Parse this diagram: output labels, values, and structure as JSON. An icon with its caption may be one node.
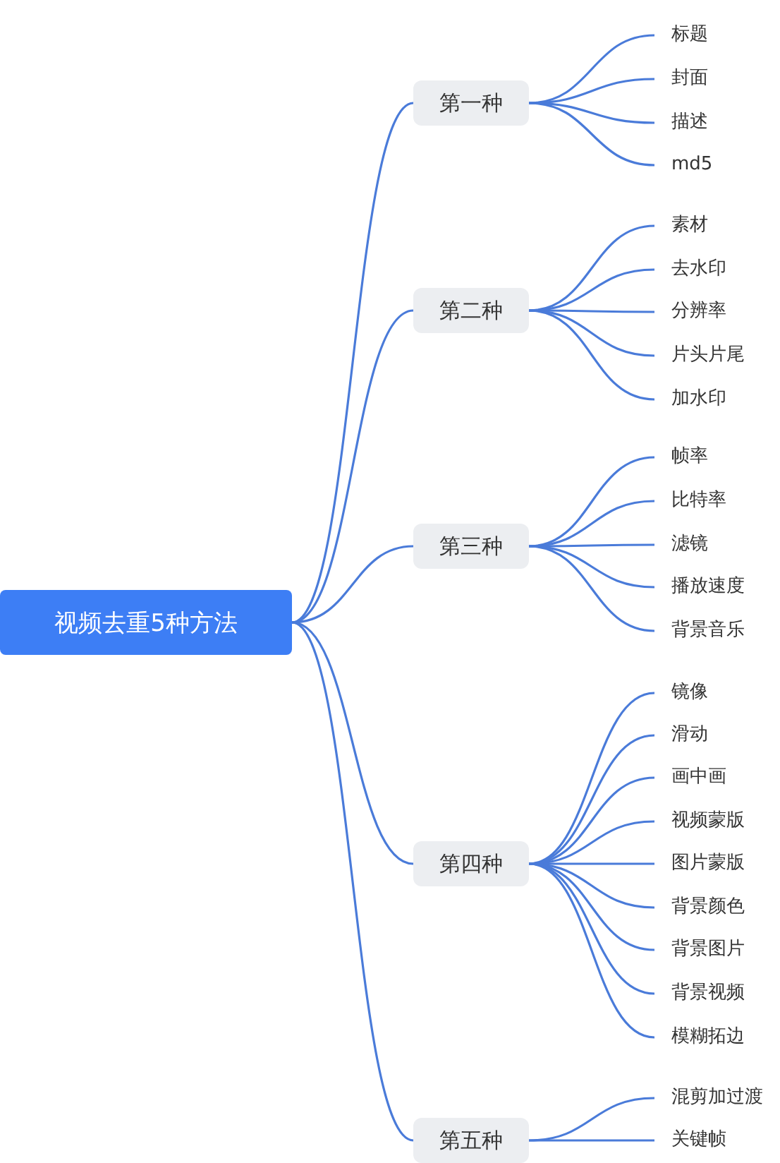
{
  "diagram": {
    "nodes": [
      {
        "text": [
          "视频去重5种方法"
        ]
      },
      {
        "text": [
          "第一种"
        ]
      },
      {
        "text": [
          "标题"
        ]
      },
      {
        "text": [
          "封面"
        ]
      },
      {
        "text": [
          "描述"
        ]
      },
      {
        "text": [
          "md5"
        ]
      },
      {
        "text": [
          "第二种"
        ]
      },
      {
        "text": [
          "素材"
        ]
      },
      {
        "text": [
          "去水印"
        ]
      },
      {
        "text": [
          "分辨率"
        ]
      },
      {
        "text": [
          "片头片尾"
        ]
      },
      {
        "text": [
          "加水印"
        ]
      },
      {
        "text": [
          "第三种"
        ]
      },
      {
        "text": [
          "帧率"
        ]
      },
      {
        "text": [
          "比特率"
        ]
      },
      {
        "text": [
          "滤镜"
        ]
      },
      {
        "text": [
          "播放速度"
        ]
      },
      {
        "text": [
          "背景音乐"
        ]
      },
      {
        "text": [
          "第四种"
        ]
      },
      {
        "text": [
          "镜像"
        ]
      },
      {
        "text": [
          "滑动"
        ]
      },
      {
        "text": [
          "画中画"
        ]
      },
      {
        "text": [
          "视频蒙版"
        ]
      },
      {
        "text": [
          "图片蒙版"
        ]
      },
      {
        "text": [
          "背景颜色"
        ]
      },
      {
        "text": [
          "背景图片"
        ]
      },
      {
        "text": [
          "背景视频"
        ]
      },
      {
        "text": [
          "模糊拓边"
        ]
      },
      {
        "text": [
          "第五种"
        ]
      },
      {
        "text": [
          "混剪加过渡"
        ]
      },
      {
        "text": [
          "关键帧"
        ]
      }
    ],
    "edges": [
      {
        "from": 0,
        "to": 1,
        "arrow": "none"
      },
      {
        "from": 1,
        "to": 2,
        "arrow": "none"
      },
      {
        "from": 1,
        "to": 3,
        "arrow": "none"
      },
      {
        "from": 1,
        "to": 4,
        "arrow": "none"
      },
      {
        "from": 1,
        "to": 5,
        "arrow": "none"
      },
      {
        "from": 0,
        "to": 6,
        "arrow": "none"
      },
      {
        "from": 6,
        "to": 7,
        "arrow": "none"
      },
      {
        "from": 6,
        "to": 8,
        "arrow": "none"
      },
      {
        "from": 6,
        "to": 9,
        "arrow": "none"
      },
      {
        "from": 6,
        "to": 10,
        "arrow": "none"
      },
      {
        "from": 6,
        "to": 11,
        "arrow": "none"
      },
      {
        "from": 0,
        "to": 12,
        "arrow": "none"
      },
      {
        "from": 12,
        "to": 13,
        "arrow": "none"
      },
      {
        "from": 12,
        "to": 14,
        "arrow": "none"
      },
      {
        "from": 12,
        "to": 15,
        "arrow": "none"
      },
      {
        "from": 12,
        "to": 16,
        "arrow": "none"
      },
      {
        "from": 12,
        "to": 17,
        "arrow": "none"
      },
      {
        "from": 0,
        "to": 18,
        "arrow": "none"
      },
      {
        "from": 18,
        "to": 19,
        "arrow": "none"
      },
      {
        "from": 18,
        "to": 20,
        "arrow": "none"
      },
      {
        "from": 18,
        "to": 21,
        "arrow": "none"
      },
      {
        "from": 18,
        "to": 22,
        "arrow": "none"
      },
      {
        "from": 18,
        "to": 23,
        "arrow": "none"
      },
      {
        "from": 18,
        "to": 24,
        "arrow": "none"
      },
      {
        "from": 18,
        "to": 25,
        "arrow": "none"
      },
      {
        "from": 18,
        "to": 26,
        "arrow": "none"
      },
      {
        "from": 18,
        "to": 27,
        "arrow": "none"
      },
      {
        "from": 0,
        "to": 28,
        "arrow": "none"
      },
      {
        "from": 28,
        "to": 29,
        "arrow": "none"
      },
      {
        "from": 28,
        "to": 30,
        "arrow": "none"
      }
    ]
  }
}
